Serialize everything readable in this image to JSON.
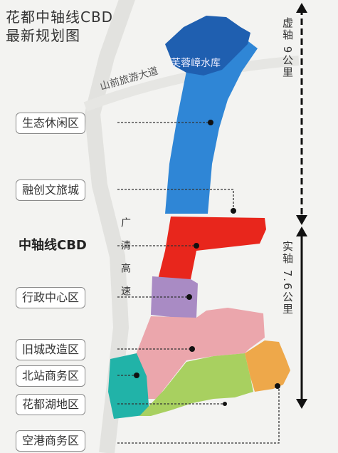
{
  "title": {
    "line1": "花都中轴线CBD",
    "line2": "最新规划图"
  },
  "map_labels": {
    "reservoir": "芙蓉嶂水库",
    "road": "山前旅游大道",
    "highway": "广清高速"
  },
  "axis": {
    "virtual": "虚轴 9公里",
    "real": "实轴 7.6公里"
  },
  "zones": [
    {
      "name": "生态休闲区",
      "color": "#2f86d6"
    },
    {
      "name": "融创文旅城",
      "color": "#2f86d6"
    },
    {
      "name": "中轴线CBD",
      "color": "#e8261c"
    },
    {
      "name": "行政中心区",
      "color": "#a98bc4"
    },
    {
      "name": "旧城改造区",
      "color": "#eba6ac"
    },
    {
      "name": "北站商务区",
      "color": "#21b3a8"
    },
    {
      "name": "花都湖地区",
      "color": "#a8d060"
    },
    {
      "name": "空港商务区",
      "color": "#eea84a"
    }
  ],
  "colors": {
    "reservoir": "#1f5fb0",
    "axis_arrow": "#111111",
    "leader": "#333333"
  }
}
